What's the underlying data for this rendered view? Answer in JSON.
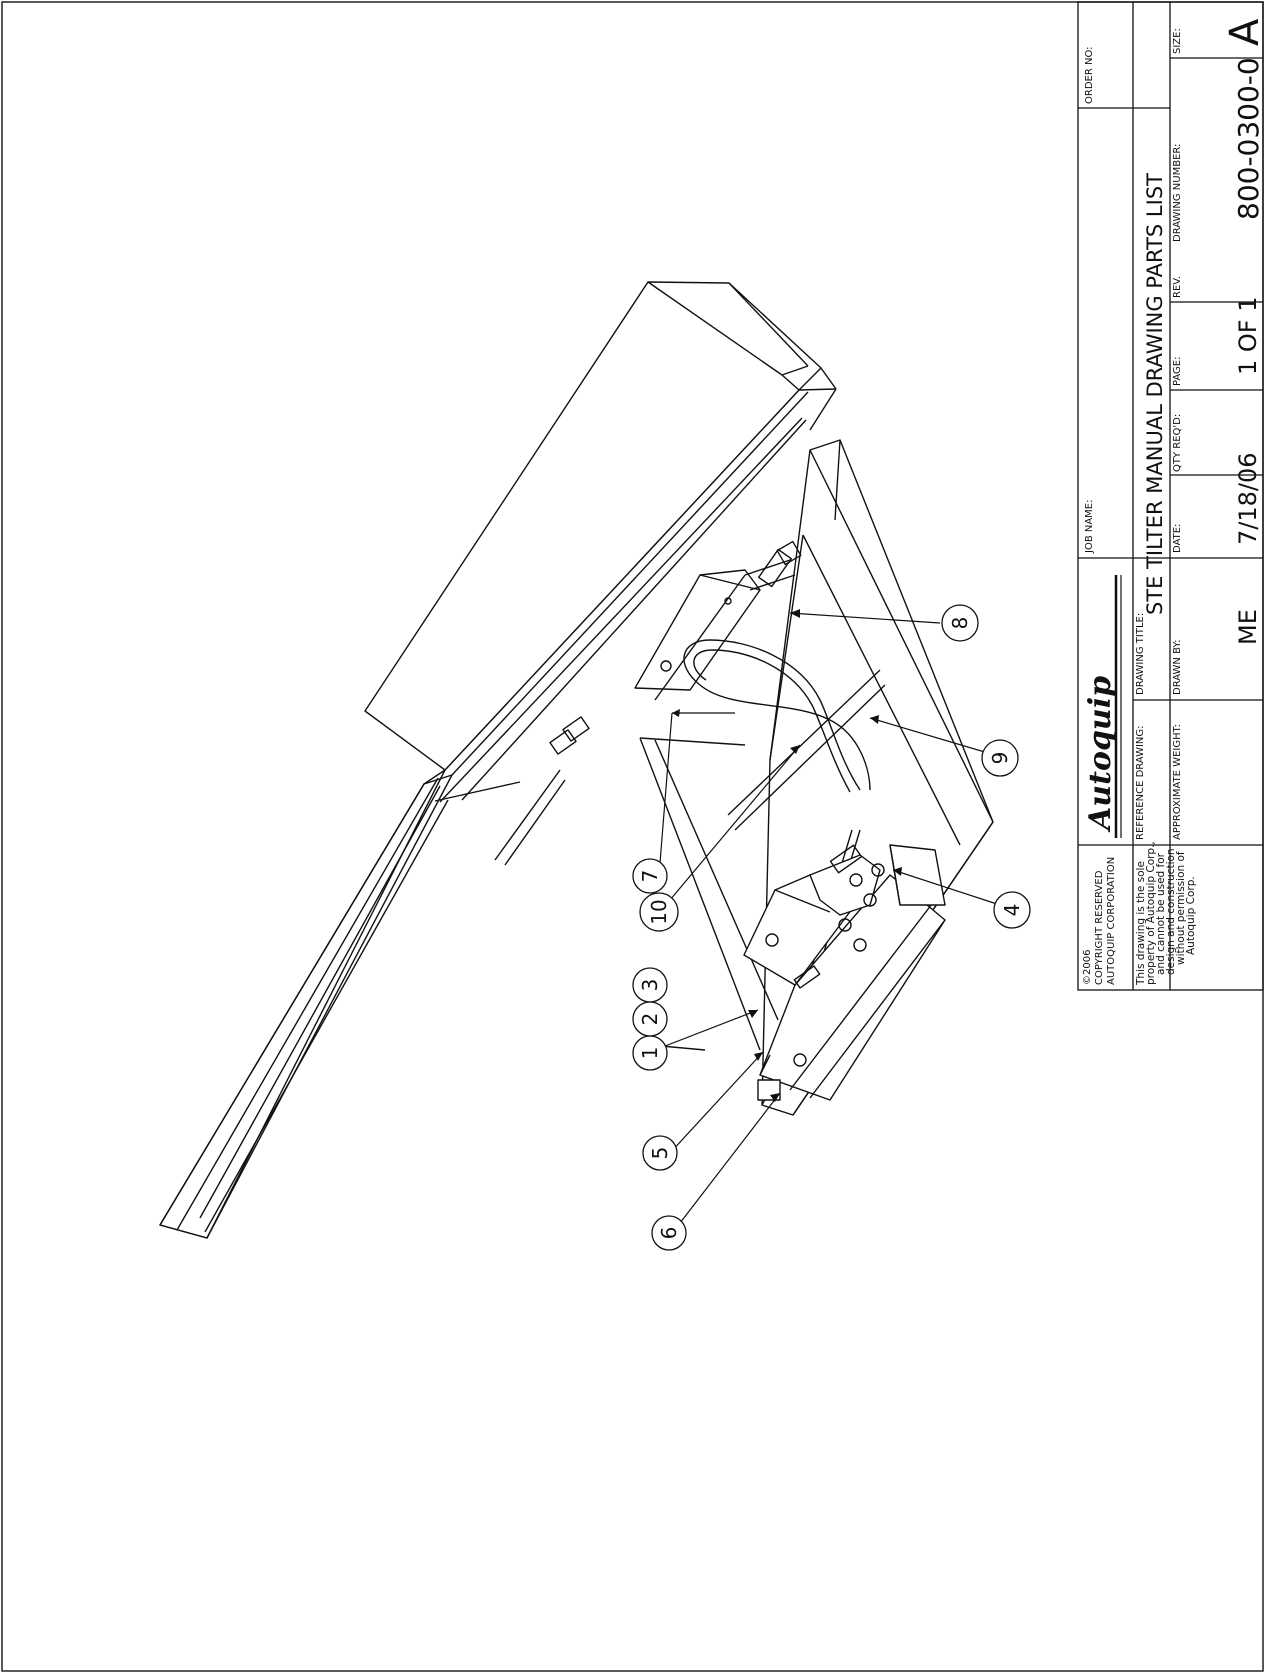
{
  "title_block": {
    "order_no_label": "ORDER NO:",
    "job_name_label": "JOB NAME:",
    "logo_text": "Autoquip",
    "copyright_line1": "©2006",
    "copyright_line2": "COPYRIGHT RESERVED",
    "copyright_line3": "AUTOQUIP CORPORATION",
    "note_lines": [
      "This drawing is the sole",
      "property of Autoquip Corp.,",
      "and cannot be used for",
      "design and construction",
      "without permission of",
      "Autoquip Corp."
    ],
    "reference_drawing_label": "REFERENCE DRAWING:",
    "approximate_weight_label": "APPROXIMATE WEIGHT:",
    "drawing_title_label": "DRAWING TITLE:",
    "drawing_title": "STE TILTER MANUAL DRAWING PARTS LIST",
    "drawn_by_label": "DRAWN BY:",
    "drawn_by": "ME",
    "date_label": "DATE:",
    "date": "7/18/06",
    "qty_reqd_label": "QTY REQ'D:",
    "page_label": "PAGE:",
    "page": "1 OF 1",
    "rev_label": "REV.",
    "drawing_number_label": "DRAWING NUMBER:",
    "drawing_number": "800-0300-0",
    "size_label": "SIZE:",
    "size": "A"
  },
  "balloons": [
    {
      "label": "1"
    },
    {
      "label": "2"
    },
    {
      "label": "3"
    },
    {
      "label": "4"
    },
    {
      "label": "5"
    },
    {
      "label": "6"
    },
    {
      "label": "7"
    },
    {
      "label": "8"
    },
    {
      "label": "9"
    },
    {
      "label": "10"
    }
  ]
}
